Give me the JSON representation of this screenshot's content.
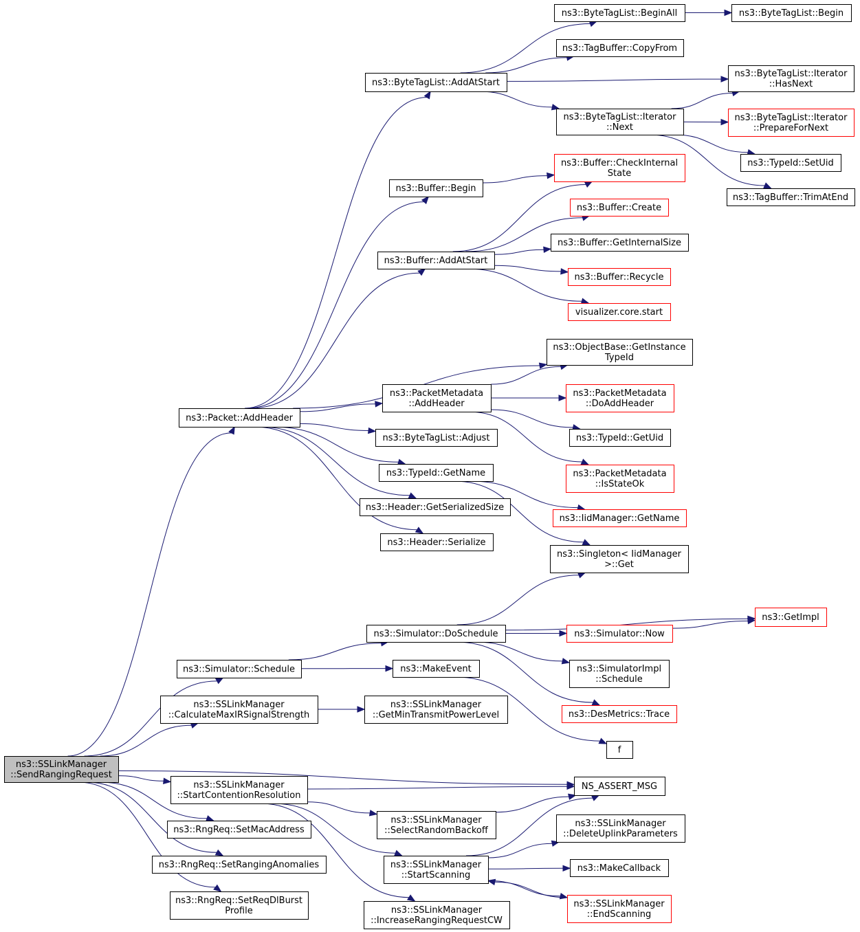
{
  "colors": {
    "edge": "#191970",
    "node_border": "#000000",
    "incomplete_border": "#ff0000",
    "root_fill": "#bfbfbf"
  },
  "nodes": [
    {
      "id": "root",
      "lines": [
        "ns3::SSLinkManager",
        "::SendRangingRequest"
      ],
      "style": "root"
    },
    {
      "id": "packet_addheader",
      "lines": [
        "ns3::Packet::AddHeader"
      ],
      "style": "normal"
    },
    {
      "id": "bytetaglist_addatstart",
      "lines": [
        "ns3::ByteTagList::AddAtStart"
      ],
      "style": "normal"
    },
    {
      "id": "bytetaglist_beginall",
      "lines": [
        "ns3::ByteTagList::BeginAll"
      ],
      "style": "normal"
    },
    {
      "id": "bytetaglist_begin",
      "lines": [
        "ns3::ByteTagList::Begin"
      ],
      "style": "normal"
    },
    {
      "id": "tagbuffer_copyfrom",
      "lines": [
        "ns3::TagBuffer::CopyFrom"
      ],
      "style": "normal"
    },
    {
      "id": "iterator_hasnext",
      "lines": [
        "ns3::ByteTagList::Iterator",
        "::HasNext"
      ],
      "style": "normal"
    },
    {
      "id": "iterator_next",
      "lines": [
        "ns3::ByteTagList::Iterator",
        "::Next"
      ],
      "style": "normal"
    },
    {
      "id": "iterator_prepare",
      "lines": [
        "ns3::ByteTagList::Iterator",
        "::PrepareForNext"
      ],
      "style": "red"
    },
    {
      "id": "typeid_setuid",
      "lines": [
        "ns3::TypeId::SetUid"
      ],
      "style": "normal"
    },
    {
      "id": "tagbuffer_trimatend",
      "lines": [
        "ns3::TagBuffer::TrimAtEnd"
      ],
      "style": "normal"
    },
    {
      "id": "buffer_begin",
      "lines": [
        "ns3::Buffer::Begin"
      ],
      "style": "normal"
    },
    {
      "id": "buffer_check",
      "lines": [
        "ns3::Buffer::CheckInternal",
        "State"
      ],
      "style": "red"
    },
    {
      "id": "buffer_create",
      "lines": [
        "ns3::Buffer::Create"
      ],
      "style": "red"
    },
    {
      "id": "buffer_addatstart",
      "lines": [
        "ns3::Buffer::AddAtStart"
      ],
      "style": "normal"
    },
    {
      "id": "buffer_getinternalsize",
      "lines": [
        "ns3::Buffer::GetInternalSize"
      ],
      "style": "normal"
    },
    {
      "id": "buffer_recycle",
      "lines": [
        "ns3::Buffer::Recycle"
      ],
      "style": "red"
    },
    {
      "id": "visualizer_start",
      "lines": [
        "visualizer.core.start"
      ],
      "style": "red"
    },
    {
      "id": "objectbase_getinstance",
      "lines": [
        "ns3::ObjectBase::GetInstance",
        "TypeId"
      ],
      "style": "normal"
    },
    {
      "id": "pm_addheader",
      "lines": [
        "ns3::PacketMetadata",
        "::AddHeader"
      ],
      "style": "normal"
    },
    {
      "id": "pm_doaddheader",
      "lines": [
        "ns3::PacketMetadata",
        "::DoAddHeader"
      ],
      "style": "red"
    },
    {
      "id": "bytetaglist_adjust",
      "lines": [
        "ns3::ByteTagList::Adjust"
      ],
      "style": "normal"
    },
    {
      "id": "typeid_getuid",
      "lines": [
        "ns3::TypeId::GetUid"
      ],
      "style": "normal"
    },
    {
      "id": "typeid_getname",
      "lines": [
        "ns3::TypeId::GetName"
      ],
      "style": "normal"
    },
    {
      "id": "pm_isstateok",
      "lines": [
        "ns3::PacketMetadata",
        "::IsStateOk"
      ],
      "style": "red"
    },
    {
      "id": "header_getserializedsize",
      "lines": [
        "ns3::Header::GetSerializedSize"
      ],
      "style": "normal"
    },
    {
      "id": "iidmanager_getname",
      "lines": [
        "ns3::IidManager::GetName"
      ],
      "style": "red"
    },
    {
      "id": "header_serialize",
      "lines": [
        "ns3::Header::Serialize"
      ],
      "style": "normal"
    },
    {
      "id": "singleton_get",
      "lines": [
        "ns3::Singleton< IidManager",
        ">::Get"
      ],
      "style": "normal"
    },
    {
      "id": "simulator_doschedule",
      "lines": [
        "ns3::Simulator::DoSchedule"
      ],
      "style": "normal"
    },
    {
      "id": "getimpl",
      "lines": [
        "ns3::GetImpl"
      ],
      "style": "red"
    },
    {
      "id": "simulator_now",
      "lines": [
        "ns3::Simulator::Now"
      ],
      "style": "red"
    },
    {
      "id": "simulator_schedule",
      "lines": [
        "ns3::Simulator::Schedule"
      ],
      "style": "normal"
    },
    {
      "id": "makeevent",
      "lines": [
        "ns3::MakeEvent"
      ],
      "style": "normal"
    },
    {
      "id": "simimpl_schedule",
      "lines": [
        "ns3::SimulatorImpl",
        "::Schedule"
      ],
      "style": "normal"
    },
    {
      "id": "calcmaxir",
      "lines": [
        "ns3::SSLinkManager",
        "::CalculateMaxIRSignalStrength"
      ],
      "style": "normal"
    },
    {
      "id": "getmintx",
      "lines": [
        "ns3::SSLinkManager",
        "::GetMinTransmitPowerLevel"
      ],
      "style": "normal"
    },
    {
      "id": "desmetrics_trace",
      "lines": [
        "ns3::DesMetrics::Trace"
      ],
      "style": "red"
    },
    {
      "id": "f",
      "lines": [
        "f"
      ],
      "style": "normal"
    },
    {
      "id": "startcontention",
      "lines": [
        "ns3::SSLinkManager",
        "::StartContentionResolution"
      ],
      "style": "normal"
    },
    {
      "id": "ns_assert_msg",
      "lines": [
        "NS_ASSERT_MSG"
      ],
      "style": "normal"
    },
    {
      "id": "selectrandombackoff",
      "lines": [
        "ns3::SSLinkManager",
        "::SelectRandomBackoff"
      ],
      "style": "normal"
    },
    {
      "id": "deleteuplink",
      "lines": [
        "ns3::SSLinkManager",
        "::DeleteUplinkParameters"
      ],
      "style": "normal"
    },
    {
      "id": "setmacaddress",
      "lines": [
        "ns3::RngReq::SetMacAddress"
      ],
      "style": "normal"
    },
    {
      "id": "startscanning",
      "lines": [
        "ns3::SSLinkManager",
        "::StartScanning"
      ],
      "style": "normal"
    },
    {
      "id": "setranginganomalies",
      "lines": [
        "ns3::RngReq::SetRangingAnomalies"
      ],
      "style": "normal"
    },
    {
      "id": "makecallback",
      "lines": [
        "ns3::MakeCallback"
      ],
      "style": "normal"
    },
    {
      "id": "endscanning",
      "lines": [
        "ns3::SSLinkManager",
        "::EndScanning"
      ],
      "style": "red"
    },
    {
      "id": "setreqdlburst",
      "lines": [
        "ns3::RngReq::SetReqDlBurst",
        "Profile"
      ],
      "style": "normal"
    },
    {
      "id": "increaserangingcw",
      "lines": [
        "ns3::SSLinkManager",
        "::IncreaseRangingRequestCW"
      ],
      "style": "normal"
    }
  ],
  "edges": [
    {
      "from": "root",
      "to": "packet_addheader"
    },
    {
      "from": "root",
      "to": "simulator_schedule"
    },
    {
      "from": "root",
      "to": "calcmaxir"
    },
    {
      "from": "root",
      "to": "ns_assert_msg"
    },
    {
      "from": "root",
      "to": "startcontention"
    },
    {
      "from": "root",
      "to": "setmacaddress"
    },
    {
      "from": "root",
      "to": "setranginganomalies"
    },
    {
      "from": "root",
      "to": "setreqdlburst"
    },
    {
      "from": "packet_addheader",
      "to": "bytetaglist_addatstart"
    },
    {
      "from": "packet_addheader",
      "to": "buffer_begin"
    },
    {
      "from": "packet_addheader",
      "to": "buffer_addatstart"
    },
    {
      "from": "packet_addheader",
      "to": "objectbase_getinstance"
    },
    {
      "from": "packet_addheader",
      "to": "pm_addheader"
    },
    {
      "from": "packet_addheader",
      "to": "bytetaglist_adjust"
    },
    {
      "from": "packet_addheader",
      "to": "typeid_getname"
    },
    {
      "from": "packet_addheader",
      "to": "header_getserializedsize"
    },
    {
      "from": "packet_addheader",
      "to": "header_serialize"
    },
    {
      "from": "bytetaglist_addatstart",
      "to": "bytetaglist_beginall"
    },
    {
      "from": "bytetaglist_addatstart",
      "to": "tagbuffer_copyfrom"
    },
    {
      "from": "bytetaglist_addatstart",
      "to": "iterator_hasnext"
    },
    {
      "from": "bytetaglist_addatstart",
      "to": "iterator_next"
    },
    {
      "from": "bytetaglist_beginall",
      "to": "bytetaglist_begin"
    },
    {
      "from": "iterator_next",
      "to": "iterator_hasnext"
    },
    {
      "from": "iterator_next",
      "to": "iterator_prepare"
    },
    {
      "from": "iterator_next",
      "to": "typeid_setuid"
    },
    {
      "from": "iterator_next",
      "to": "tagbuffer_trimatend"
    },
    {
      "from": "buffer_begin",
      "to": "buffer_check"
    },
    {
      "from": "buffer_addatstart",
      "to": "buffer_check"
    },
    {
      "from": "buffer_addatstart",
      "to": "buffer_create"
    },
    {
      "from": "buffer_addatstart",
      "to": "buffer_getinternalsize"
    },
    {
      "from": "buffer_addatstart",
      "to": "buffer_recycle"
    },
    {
      "from": "buffer_addatstart",
      "to": "visualizer_start"
    },
    {
      "from": "pm_addheader",
      "to": "objectbase_getinstance"
    },
    {
      "from": "pm_addheader",
      "to": "pm_doaddheader"
    },
    {
      "from": "pm_addheader",
      "to": "typeid_getuid"
    },
    {
      "from": "pm_addheader",
      "to": "pm_isstateok"
    },
    {
      "from": "typeid_getname",
      "to": "iidmanager_getname"
    },
    {
      "from": "typeid_getname",
      "to": "singleton_get"
    },
    {
      "from": "simulator_schedule",
      "to": "simulator_doschedule"
    },
    {
      "from": "simulator_schedule",
      "to": "makeevent"
    },
    {
      "from": "simulator_doschedule",
      "to": "singleton_get"
    },
    {
      "from": "simulator_doschedule",
      "to": "getimpl"
    },
    {
      "from": "simulator_doschedule",
      "to": "simulator_now"
    },
    {
      "from": "simulator_doschedule",
      "to": "simimpl_schedule"
    },
    {
      "from": "simulator_doschedule",
      "to": "desmetrics_trace"
    },
    {
      "from": "simulator_now",
      "to": "getimpl"
    },
    {
      "from": "makeevent",
      "to": "f"
    },
    {
      "from": "calcmaxir",
      "to": "getmintx"
    },
    {
      "from": "startcontention",
      "to": "ns_assert_msg"
    },
    {
      "from": "startcontention",
      "to": "selectrandombackoff"
    },
    {
      "from": "startcontention",
      "to": "startscanning"
    },
    {
      "from": "startcontention",
      "to": "increaserangingcw"
    },
    {
      "from": "selectrandombackoff",
      "to": "ns_assert_msg"
    },
    {
      "from": "startscanning",
      "to": "ns_assert_msg"
    },
    {
      "from": "startscanning",
      "to": "deleteuplink"
    },
    {
      "from": "startscanning",
      "to": "makecallback"
    },
    {
      "from": "startscanning",
      "to": "endscanning"
    },
    {
      "from": "endscanning",
      "to": "startscanning"
    }
  ]
}
